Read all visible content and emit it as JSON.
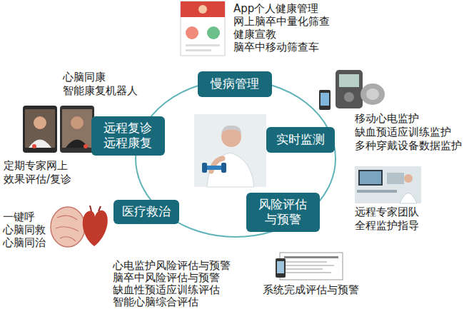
{
  "diagram": {
    "nodes": [
      {
        "text": [
          "慢病管理"
        ]
      },
      {
        "text": [
          "实时监测"
        ]
      },
      {
        "text": [
          "风险评估 与预警"
        ]
      },
      {
        "text": [
          "医疗救治"
        ]
      },
      {
        "text": [
          "远程复诊 远程康复"
        ]
      }
    ],
    "labels": [
      "App个人健康管理",
      "网上脑卒中量化筛查",
      "健康宣教",
      "脑卒中移动筛查车",
      "心脑同康",
      "智能康复机器人",
      "定期专家网上",
      "效果评估/复诊",
      "一键呼",
      "心脑同救",
      "心脑同治",
      "心电监护风险评估与预警",
      "脑卒中风险评估与预警",
      "缺血性预适应训练评估",
      "智能心脑综合评估",
      "系统完成评估与预警",
      "移动心电监护",
      "缺血预适应训练监护",
      "多种穿戴设备数据监护",
      "远程专家团队",
      "全程监护指导"
    ]
  }
}
